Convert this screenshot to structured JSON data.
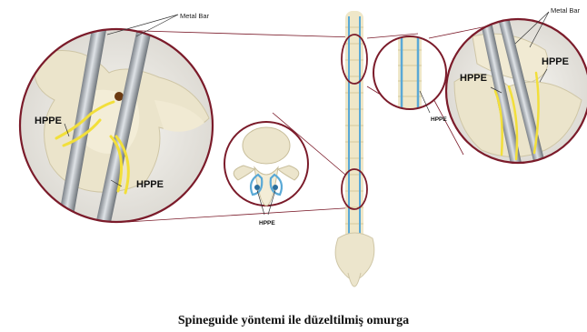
{
  "labels": {
    "metal_bar_left": "Metal Bar",
    "metal_bar_right": "Metal Bar",
    "hppe_left_top": "HPPE",
    "hppe_left_bottom": "HPPE",
    "hppe_vertebra": "HPPE",
    "hppe_mid_zoom": "HPPE",
    "hppe_right_a": "HPPE",
    "hppe_right_b": "HPPE"
  },
  "caption": "Spineguide yöntemi ile düzeltilmiş omurga",
  "colors": {
    "circle_border": "#7b1b2a",
    "rod": "#a9aeb4",
    "bone": "#e9e2c9",
    "hppe_band": "#f2df3a",
    "spine_accent": "#5aa9d6"
  }
}
